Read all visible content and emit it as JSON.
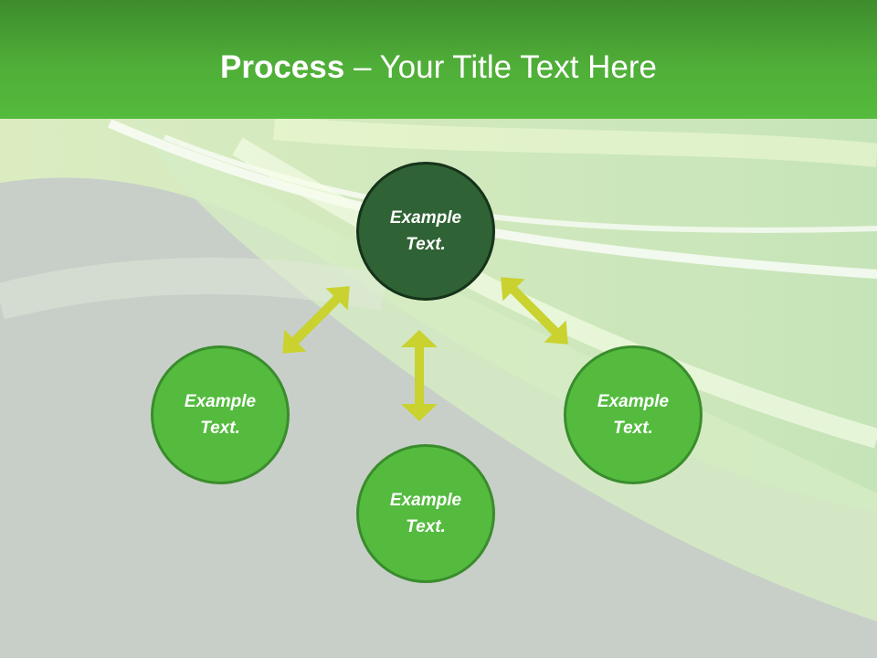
{
  "title": {
    "bold": "Process",
    "rest": " – Your Title Text Here"
  },
  "nodes": {
    "center": "Example Text.",
    "left": "Example Text.",
    "bottom": "Example Text.",
    "right": "Example Text."
  },
  "colors": {
    "title_bar": "#4fae38",
    "node_dark": "#2f6234",
    "node_light": "#54bb3f",
    "arrow": "#c9d22f"
  }
}
